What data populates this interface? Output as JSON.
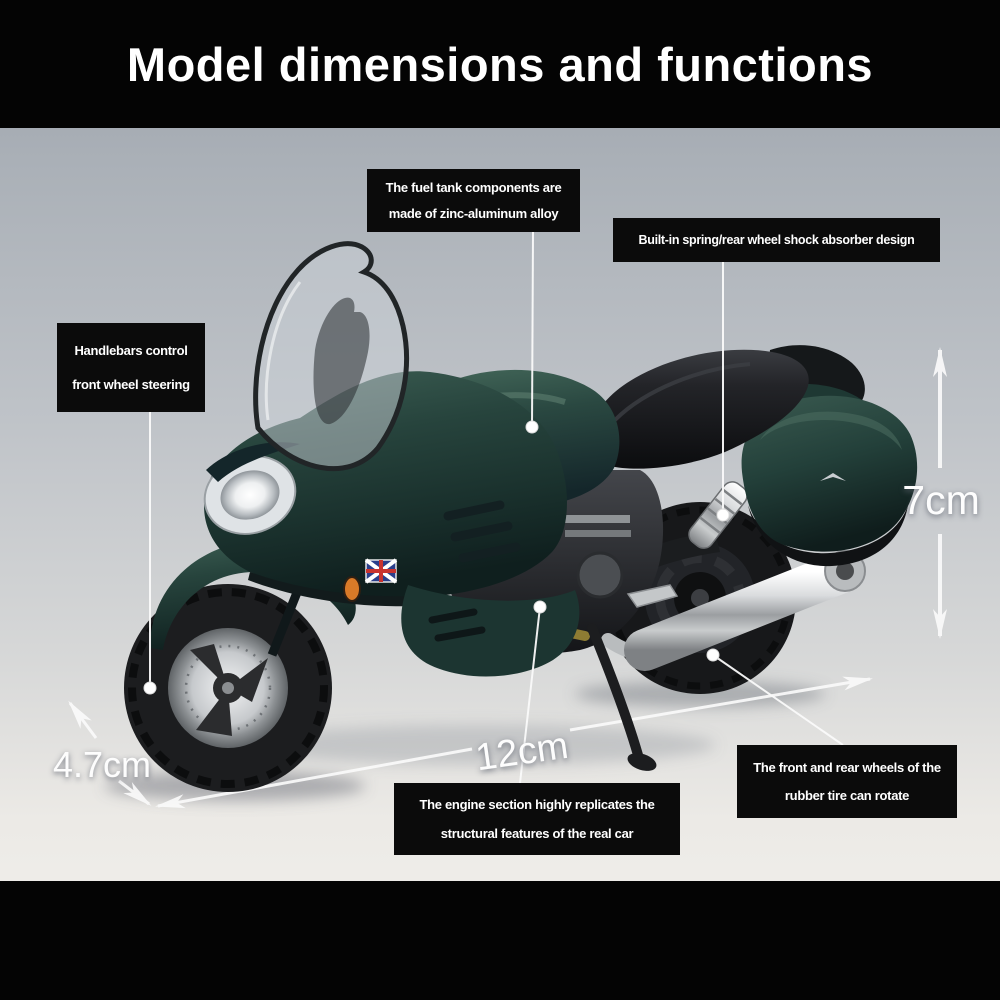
{
  "header": {
    "title": "Model dimensions and functions"
  },
  "callouts": {
    "fuel_tank": {
      "line1": "The fuel tank components are",
      "line2": "made of zinc-aluminum alloy"
    },
    "shock_absorber": {
      "line1": "Built-in spring/rear wheel shock absorber design"
    },
    "handlebars": {
      "line1": "Handlebars control",
      "line2": "front wheel steering"
    },
    "engine": {
      "line1": "The engine section highly replicates the",
      "line2": "structural features of the real car"
    },
    "wheels": {
      "line1": "The front and rear wheels of the",
      "line2": "rubber tire can rotate"
    }
  },
  "dimensions": {
    "height_label": "7cm",
    "length_label": "12cm",
    "width_label": "4.7cm"
  },
  "colors": {
    "band": "#040404",
    "callout_bg": "#0b0b0b",
    "text": "#ffffff",
    "body_green": "#27443d",
    "leader": "#fafafa",
    "bg_top": "#989ea8",
    "bg_bottom": "#f2f1ed"
  }
}
